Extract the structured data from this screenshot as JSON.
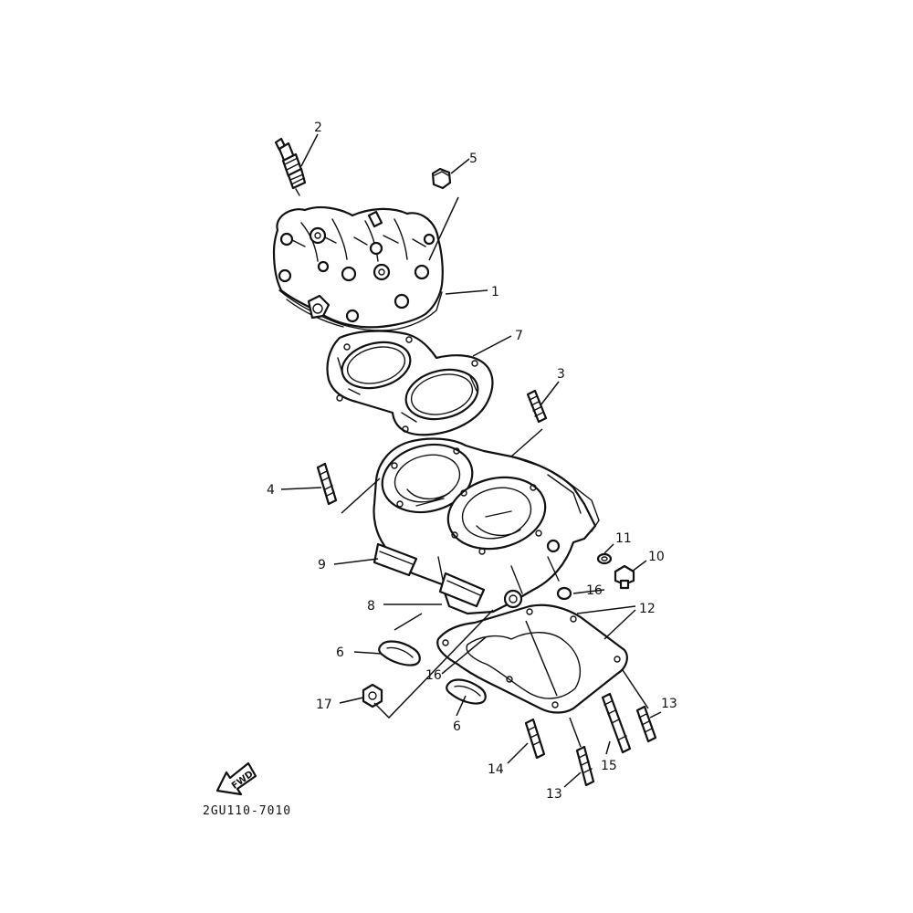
{
  "diagram": {
    "callouts": {
      "c1": "1",
      "c2": "2",
      "c3": "3",
      "c4": "4",
      "c5": "5",
      "c6a": "6",
      "c6b": "6",
      "c7": "7",
      "c8": "8",
      "c9": "9",
      "c10": "10",
      "c11": "11",
      "c12": "12",
      "c13a": "13",
      "c13b": "13",
      "c14": "14",
      "c15": "15",
      "c16a": "16",
      "c16b": "16",
      "c17": "17"
    },
    "fwd_label": "FWD",
    "diagram_code": "2GU110-7010"
  }
}
